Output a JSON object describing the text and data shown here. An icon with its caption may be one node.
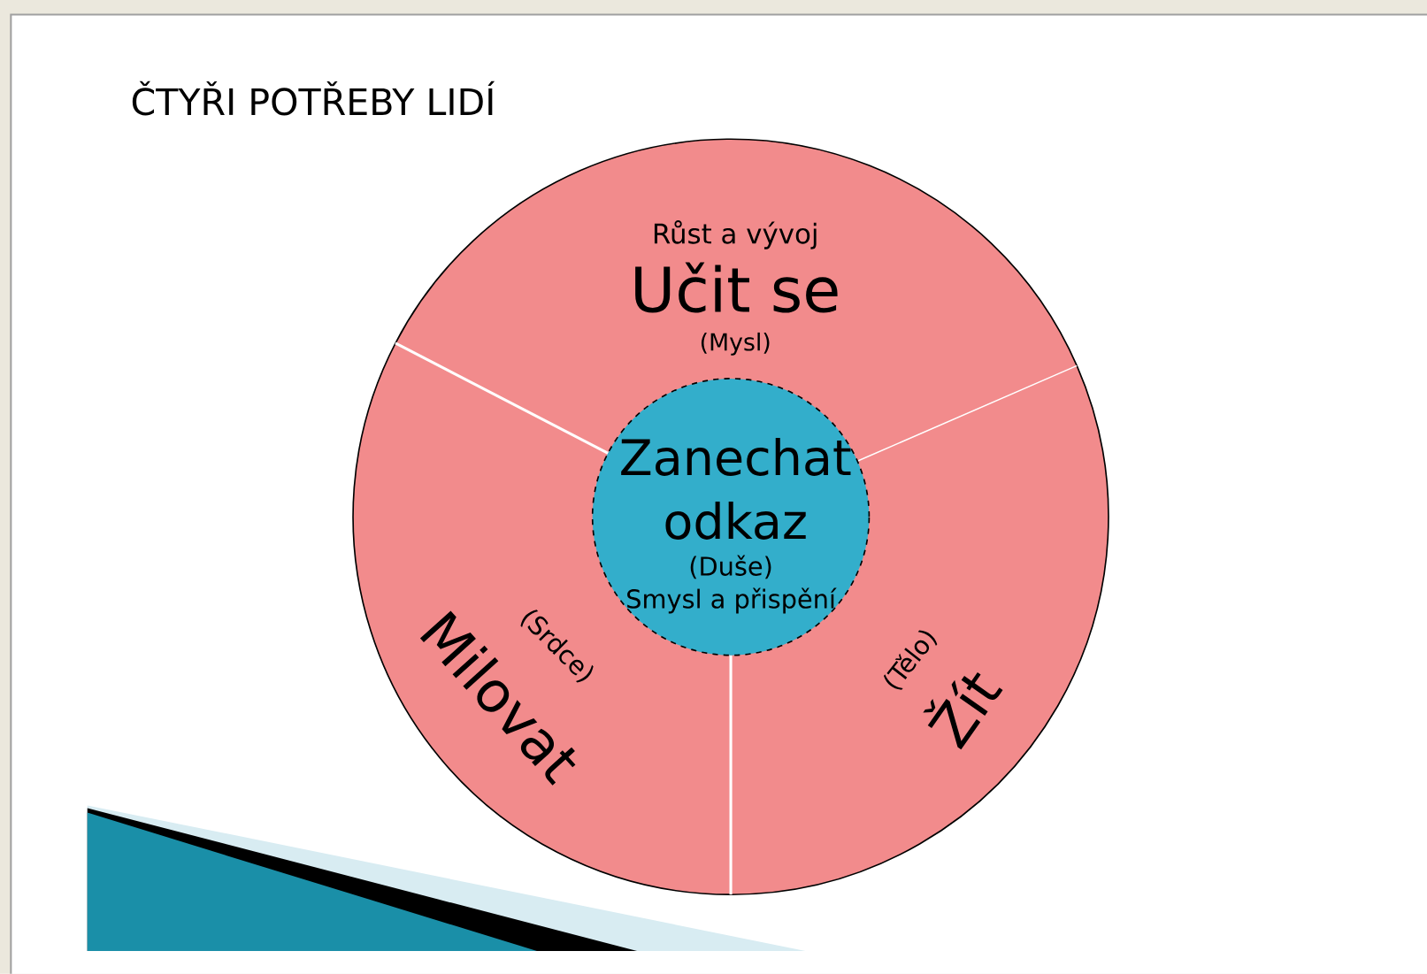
{
  "diagram": {
    "title": "ČTYŘI POTŘEBY LIDÍ",
    "nodes": [
      {
        "text": [
          "Růst a vývoj",
          "Učit se",
          "(Mysl)"
        ]
      },
      {
        "text": [
          "Zanechat odkaz",
          "(Duše)",
          "Smysl a přispění"
        ]
      },
      {
        "text": [
          "(Srdce)",
          "Milovat"
        ]
      },
      {
        "text": [
          "(Tělo)",
          "Žít"
        ]
      }
    ]
  }
}
